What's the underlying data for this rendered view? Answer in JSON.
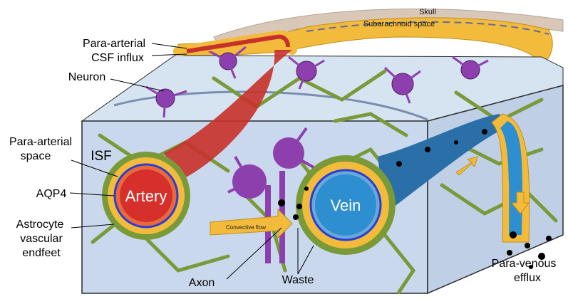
{
  "colors": {
    "background": "#ffffff",
    "block_face": "#c9d8ec",
    "block_top": "#d6e3f1",
    "block_edge": "#2b2b2b",
    "skull": "#d9c7b7",
    "csf": "#f2bb3c",
    "astrocyte": "#7a9a3a",
    "neuron": "#8e3fae",
    "artery": "#d7302c",
    "vein": "#2d8fd0",
    "aqp4": "#2a3dd6",
    "waste": "#000000"
  },
  "labels": {
    "skull": "Skull",
    "subarachnoid": "Subarachnoid space",
    "para_arterial_csf_line1": "Para-arterial",
    "para_arterial_csf_line2": "CSF influx",
    "neuron": "Neuron",
    "para_arterial_space_line1": "Para-arterial",
    "para_arterial_space_line2": "space",
    "isf": "ISF",
    "aqp4": "AQP4",
    "astrocyte_line1": "Astrocyte",
    "astrocyte_line2": "vascular",
    "astrocyte_line3": "endfeet",
    "artery": "Artery",
    "vein": "Vein",
    "convective_flow": "Convective flow",
    "axon": "Axon",
    "waste": "Waste",
    "para_venous_line1": "Para-venous",
    "para_venous_line2": "efflux"
  },
  "icons": [
    "neuron-icon",
    "astrocyte-icon",
    "arrow-icon",
    "waste-particle-icon"
  ]
}
